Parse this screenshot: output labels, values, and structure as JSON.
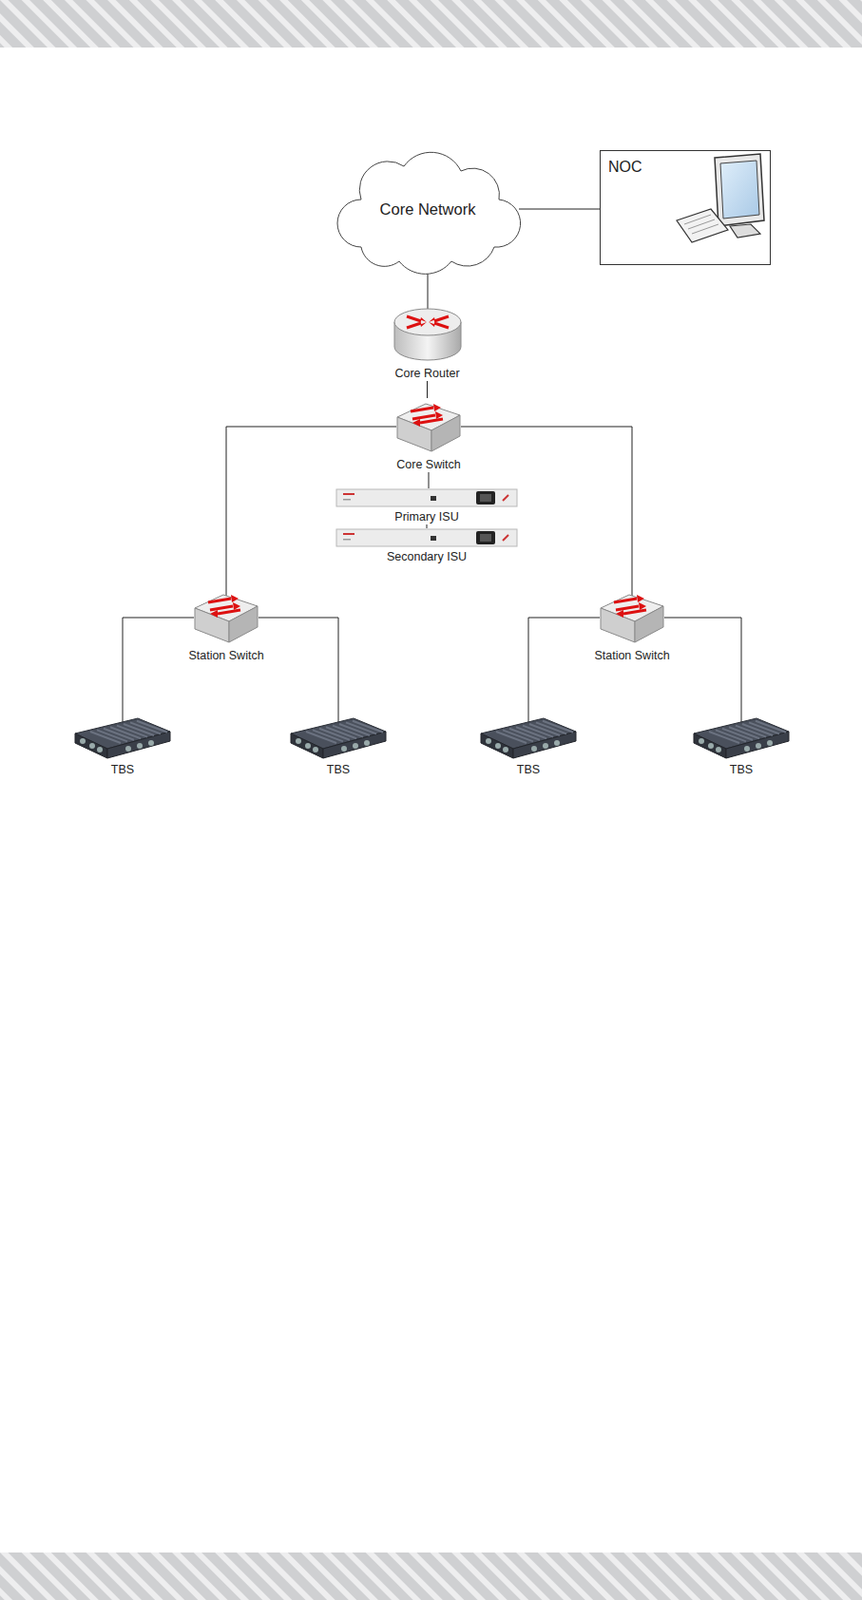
{
  "diagram": {
    "nodes": [
      {
        "text": [
          "Core Network"
        ]
      },
      {
        "text": [
          "NOC"
        ]
      },
      {
        "text": [
          "Core Router"
        ]
      },
      {
        "text": [
          "Core Switch"
        ]
      },
      {
        "text": [
          "Primary ISU"
        ]
      },
      {
        "text": [
          "Secondary ISU"
        ]
      },
      {
        "text": [
          "Station Switch"
        ]
      },
      {
        "text": [
          "Station Switch"
        ]
      },
      {
        "text": [
          "TBS"
        ]
      },
      {
        "text": [
          "TBS"
        ]
      },
      {
        "text": [
          "TBS"
        ]
      },
      {
        "text": [
          "TBS"
        ]
      }
    ],
    "edges": [
      {
        "from": 0,
        "to": 1,
        "arrow": "none"
      },
      {
        "from": 0,
        "to": 2,
        "arrow": "none"
      },
      {
        "from": 2,
        "to": 3,
        "arrow": "none"
      },
      {
        "from": 3,
        "to": 4,
        "arrow": "none"
      },
      {
        "from": 4,
        "to": 5,
        "arrow": "none"
      },
      {
        "from": 3,
        "to": 6,
        "arrow": "none"
      },
      {
        "from": 3,
        "to": 7,
        "arrow": "none"
      },
      {
        "from": 6,
        "to": 8,
        "arrow": "none"
      },
      {
        "from": 6,
        "to": 9,
        "arrow": "none"
      },
      {
        "from": 7,
        "to": 10,
        "arrow": "none"
      },
      {
        "from": 7,
        "to": 11,
        "arrow": "none"
      }
    ]
  }
}
